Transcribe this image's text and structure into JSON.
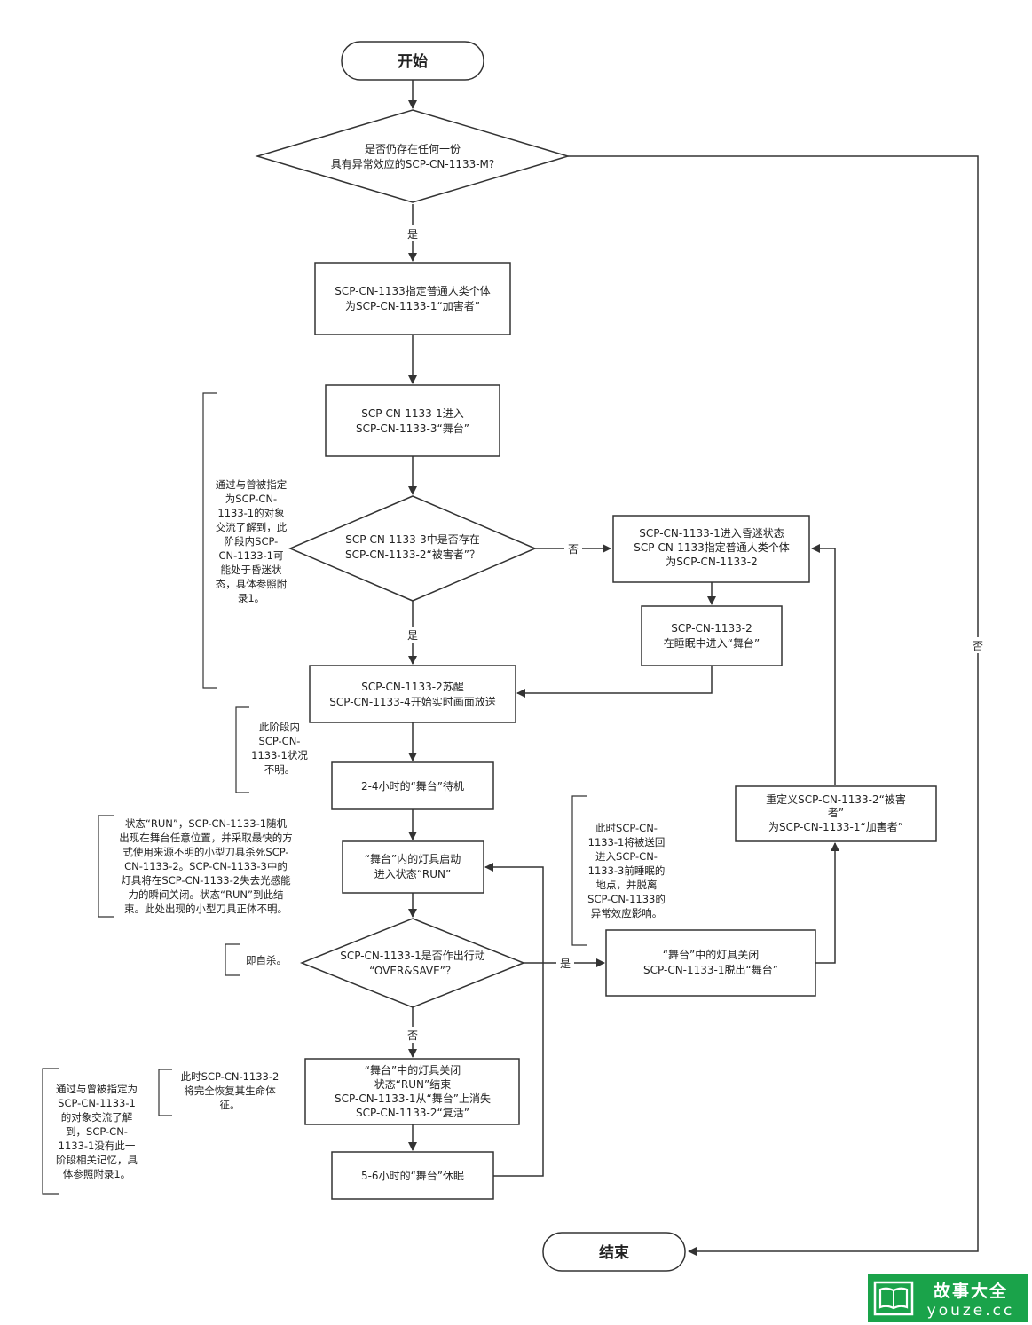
{
  "terminals": {
    "start": "开始",
    "end": "结束"
  },
  "decisions": {
    "d1": [
      "是否仍存在任何一份",
      "具有异常效应的SCP-CN-1133-M?"
    ],
    "d2": [
      "SCP-CN-1133-3中是否存在",
      "SCP-CN-1133-2“被害者”？"
    ],
    "d3": [
      "SCP-CN-1133-1是否作出行动",
      "“OVER&SAVE”？"
    ]
  },
  "processes": {
    "p1": [
      "SCP-CN-1133指定普通人类个体",
      "为SCP-CN-1133-1“加害者”"
    ],
    "p2": [
      "SCP-CN-1133-1进入",
      "SCP-CN-1133-3“舞台”"
    ],
    "p3": [
      "SCP-CN-1133-2苏醒",
      "SCP-CN-1133-4开始实时画面放送"
    ],
    "p4": [
      "2-4小时的“舞台”待机"
    ],
    "p5": [
      "“舞台”内的灯具启动",
      "进入状态“RUN”"
    ],
    "p6": [
      "“舞台”中的灯具关闭",
      "状态“RUN”结束",
      "SCP-CN-1133-1从“舞台”上消失",
      "SCP-CN-1133-2“复活”"
    ],
    "p7": [
      "5-6小时的“舞台”休眠"
    ],
    "p8": [
      "SCP-CN-1133-1进入昏迷状态",
      "SCP-CN-1133指定普通人类个体",
      "为SCP-CN-1133-2"
    ],
    "p9": [
      "SCP-CN-1133-2",
      "在睡眠中进入“舞台”"
    ],
    "p10": [
      "“舞台”中的灯具关闭",
      "SCP-CN-1133-1脱出“舞台”"
    ],
    "p11": [
      "重定义SCP-CN-1133-2“被害",
      "者”",
      "为SCP-CN-1133-1“加害者”"
    ]
  },
  "edge_labels": {
    "d1_yes": "是",
    "d1_no": "否",
    "d2_yes": "是",
    "d2_no": "否",
    "d3_yes": "是",
    "d3_no": "否"
  },
  "notes": {
    "n1": [
      "通过与曾被指定",
      "为SCP-CN-",
      "1133-1的对象",
      "交流了解到，此",
      "阶段内SCP-",
      "CN-1133-1可",
      "能处于昏迷状",
      "态，具体参照附",
      "录1。"
    ],
    "n2": [
      "此阶段内",
      "SCP-CN-",
      "1133-1状况",
      "不明。"
    ],
    "n3": [
      "状态“RUN”，SCP-CN-1133-1随机",
      "出现在舞台任意位置，并采取最快的方",
      "式使用来源不明的小型刀具杀死SCP-",
      "CN-1133-2。SCP-CN-1133-3中的",
      "灯具将在SCP-CN-1133-2失去光感能",
      "力的瞬间关闭。状态“RUN”到此结",
      "束。此处出现的小型刀具正体不明。"
    ],
    "n4": [
      "即自杀。"
    ],
    "n5": [
      "此时SCP-CN-1133-2",
      "将完全恢复其生命体",
      "征。"
    ],
    "n6": [
      "通过与曾被指定为",
      "SCP-CN-1133-1",
      "的对象交流了解",
      "到，SCP-CN-",
      "1133-1没有此一",
      "阶段相关记忆，具",
      "体参照附录1。"
    ],
    "n7": [
      "此时SCP-CN-",
      "1133-1将被送回",
      "进入SCP-CN-",
      "1133-3前睡眠的",
      "地点，并脱离",
      "SCP-CN-1133的",
      "异常效应影响。"
    ]
  },
  "watermark": {
    "cn": "故事大全",
    "en": "youze.cc",
    "color": "#1aa34a"
  }
}
